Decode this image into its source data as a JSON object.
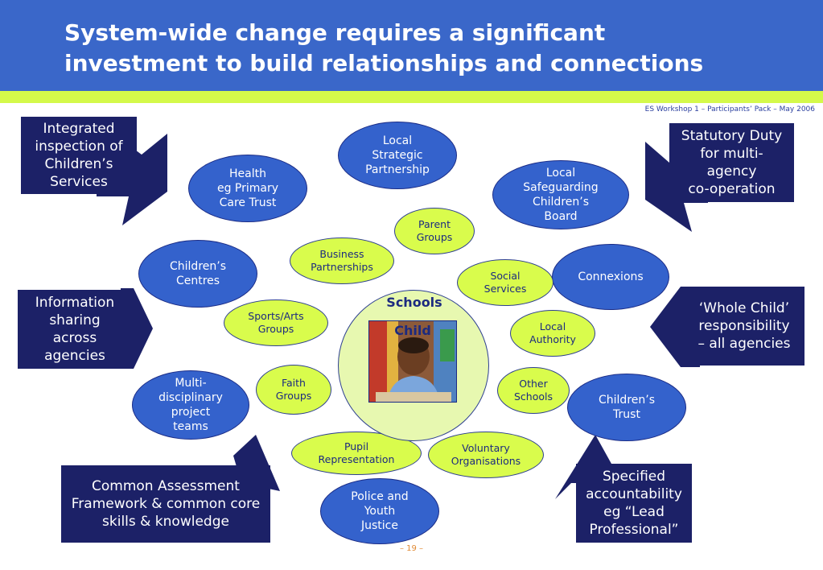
{
  "header": {
    "title": "System-wide change requires a significant\ninvestment to build relationships and connections",
    "footer_note": "ES Workshop 1 – Participants’ Pack – May 2006",
    "page_number": "– 19 –"
  },
  "colors": {
    "header_blue": "#3a67c9",
    "accent_green": "#d4f94a",
    "navy": "#1c2167",
    "oval_blue": "#3462cc",
    "oval_green": "#d9fc4c",
    "center_fill": "#e7f8b0"
  },
  "callouts": {
    "integrated": "Integrated\ninspection of\nChildren’s\nServices",
    "statutory": "Statutory Duty\nfor multi-\nagency\nco-operation",
    "information": "Information\nsharing\nacross\nagencies",
    "whole_child": "‘Whole Child’\nresponsibility\n– all agencies",
    "common_assessment": "Common Assessment\nFramework & common core\nskills & knowledge",
    "specified": "Specified\naccountability\neg “Lead\nProfessional”"
  },
  "ovals": {
    "local_strategic": "Local\nStrategic\nPartnership",
    "health": "Health\neg Primary\nCare Trust",
    "safeguarding": "Local\nSafeguarding\nChildren’s\nBoard",
    "parent_groups": "Parent\nGroups",
    "business": "Business\nPartnerships",
    "childrens_centres": "Children’s\nCentres",
    "social_services": "Social\nServices",
    "connexions": "Connexions",
    "sports_arts": "Sports/Arts\nGroups",
    "local_authority": "Local\nAuthority",
    "multi_disciplinary": "Multi-\ndisciplinary\nproject\nteams",
    "faith_groups": "Faith\nGroups",
    "other_schools": "Other\nSchools",
    "childrens_trust": "Children’s\nTrust",
    "pupil_rep": "Pupil\nRepresentation",
    "voluntary": "Voluntary\nOrganisations",
    "police": "Police and\nYouth\nJustice"
  },
  "center": {
    "schools": "Schools",
    "child": "Child"
  }
}
